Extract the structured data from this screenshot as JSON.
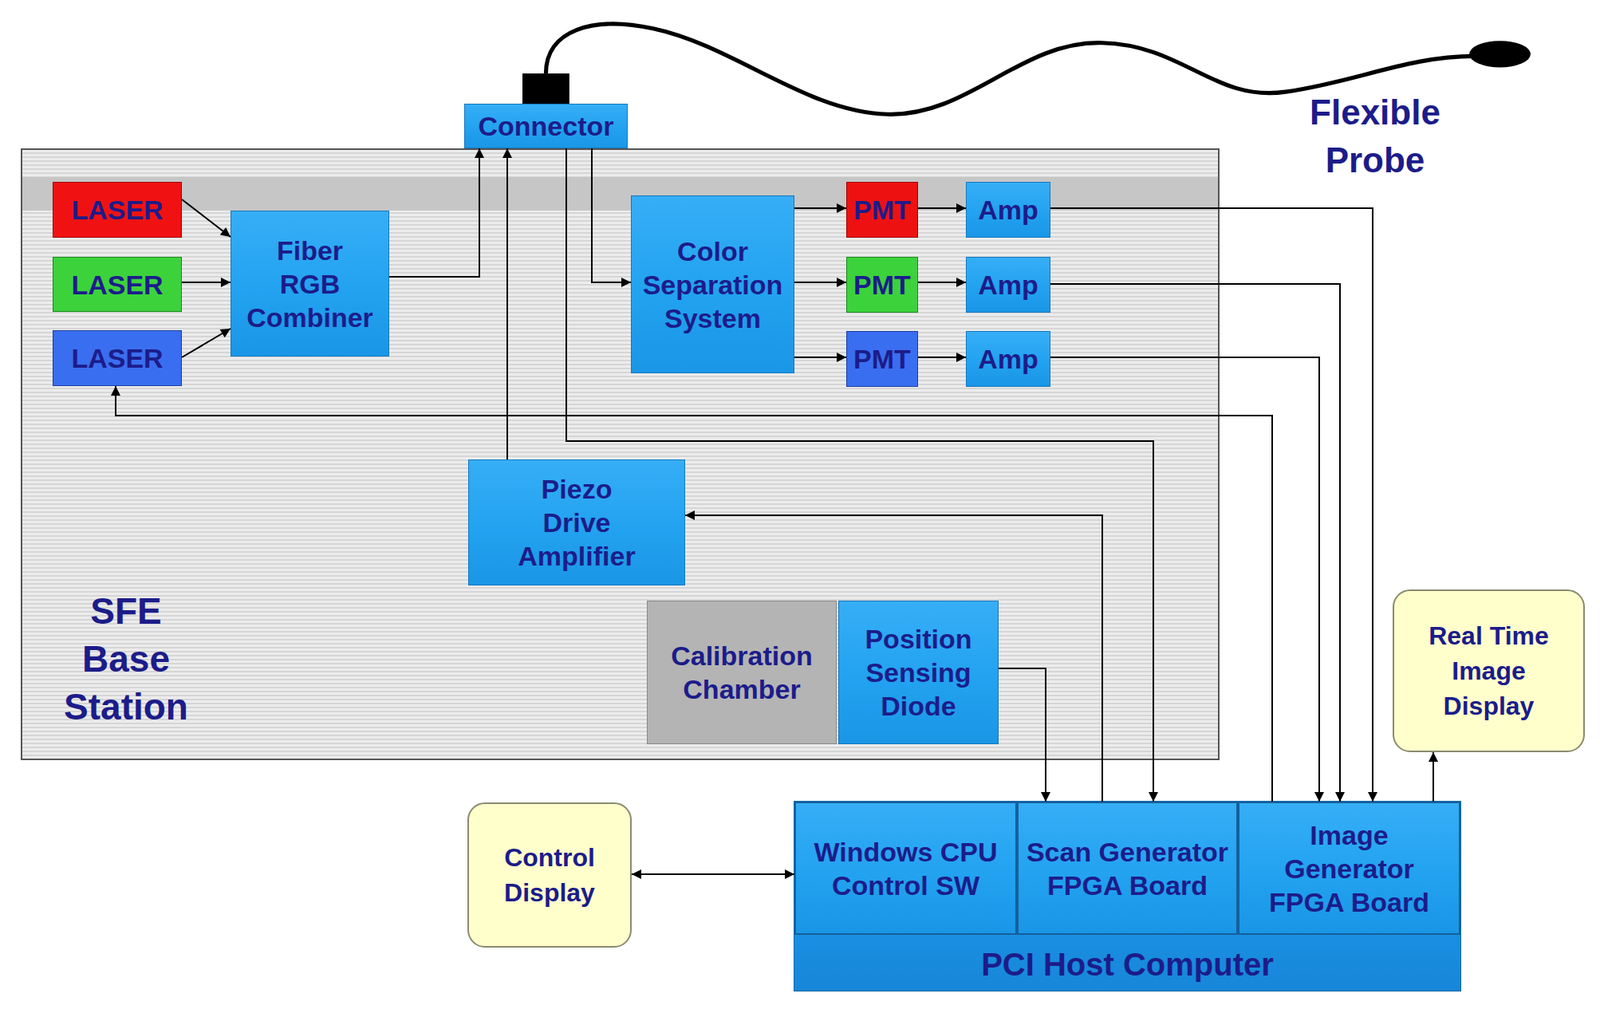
{
  "diagram": {
    "nodes": [
      {
        "text": [
          "Connector"
        ]
      },
      {
        "text": [
          "SFE Base Station"
        ]
      },
      {
        "text": [
          "LASER"
        ],
        "in": 1
      },
      {
        "text": [
          "LASER"
        ],
        "in": 1
      },
      {
        "text": [
          "LASER"
        ],
        "in": 1
      },
      {
        "text": [
          "Fiber RGB Combiner"
        ],
        "in": 1
      },
      {
        "text": [
          "Color Separation System"
        ],
        "in": 1
      },
      {
        "text": [
          "PMT"
        ],
        "in": 1
      },
      {
        "text": [
          "Amp"
        ],
        "in": 1
      },
      {
        "text": [
          "PMT"
        ],
        "in": 1
      },
      {
        "text": [
          "Amp"
        ],
        "in": 1
      },
      {
        "text": [
          "PMT"
        ],
        "in": 1
      },
      {
        "text": [
          "Amp"
        ],
        "in": 1
      },
      {
        "text": [
          "Piezo Drive Amplifier"
        ],
        "in": 1
      },
      {
        "text": [
          "Calibration Chamber"
        ],
        "in": 1
      },
      {
        "text": [
          "Position Sensing Diode"
        ],
        "in": 1
      },
      {
        "text": [
          "Real Time Image Display"
        ]
      },
      {
        "text": [
          "Control Display"
        ]
      },
      {
        "text": [
          "PCI Host Computer"
        ]
      },
      {
        "text": [
          "Windows CPU Control SW"
        ],
        "in": 18
      },
      {
        "text": [
          "Scan Generator FPGA Board"
        ],
        "in": 18
      },
      {
        "text": [
          "Image Generator FPGA Board"
        ],
        "in": 18
      }
    ],
    "edges": [
      {
        "from": 2,
        "to": 5,
        "arrow": "to"
      },
      {
        "from": 3,
        "to": 5,
        "arrow": "to"
      },
      {
        "from": 4,
        "to": 5,
        "arrow": "to"
      },
      {
        "from": 5,
        "to": 0,
        "arrow": "to"
      },
      {
        "from": 13,
        "to": 0,
        "arrow": "to"
      },
      {
        "from": 0,
        "to": 6,
        "arrow": "to"
      },
      {
        "from": 0,
        "to": 20,
        "arrow": "to"
      },
      {
        "from": 6,
        "to": 7,
        "arrow": "to"
      },
      {
        "from": 6,
        "to": 9,
        "arrow": "to"
      },
      {
        "from": 6,
        "to": 11,
        "arrow": "to"
      },
      {
        "from": 7,
        "to": 8,
        "arrow": "to"
      },
      {
        "from": 9,
        "to": 10,
        "arrow": "to"
      },
      {
        "from": 11,
        "to": 12,
        "arrow": "to"
      },
      {
        "from": 8,
        "to": 21,
        "arrow": "to"
      },
      {
        "from": 10,
        "to": 21,
        "arrow": "to"
      },
      {
        "from": 12,
        "to": 21,
        "arrow": "to"
      },
      {
        "from": 21,
        "to": 4,
        "arrow": "to"
      },
      {
        "from": 20,
        "to": 13,
        "arrow": "to"
      },
      {
        "from": 15,
        "to": 20,
        "arrow": "to"
      },
      {
        "from": 21,
        "to": 16,
        "arrow": "to"
      },
      {
        "from": 17,
        "to": 19,
        "arrow": "both"
      }
    ],
    "labels": [
      "Flexible Probe"
    ]
  }
}
